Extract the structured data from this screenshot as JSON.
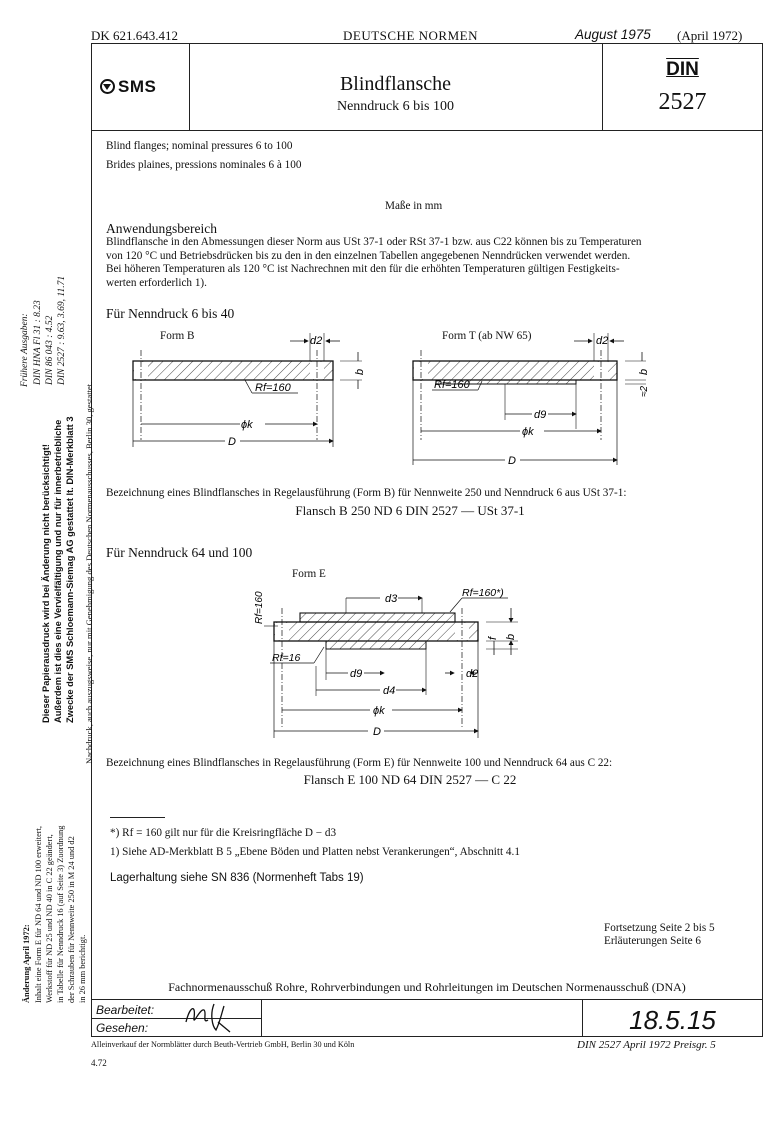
{
  "header": {
    "dk": "DK 621.643.412",
    "center": "DEUTSCHE NORMEN",
    "date": "August 1975",
    "date_prev": "(April 1972)"
  },
  "titlebox": {
    "logo": "SMS",
    "title": "Blindflansche",
    "subtitle": "Nenndruck 6 bis 100",
    "din_label": "DIN",
    "din_number": "2527"
  },
  "intro": {
    "en": "Blind flanges; nominal pressures 6 to 100",
    "fr": "Brides plaines, pressions nominales 6 à 100",
    "units": "Maße in mm"
  },
  "scope": {
    "heading": "Anwendungsbereich",
    "lines": [
      "Blindflansche in den Abmessungen dieser Norm aus USt 37-1 oder RSt 37-1 bzw. aus C22 können bis zu Temperaturen",
      "von 120 °C und Betriebsdrücken bis zu den in den einzelnen Tabellen angegebenen Nenndrücken verwendet werden.",
      "Bei höheren Temperaturen als 120 °C ist Nachrechnen mit den für die erhöhten Temperaturen gültigen Festigkeits-",
      "werten erforderlich 1)."
    ]
  },
  "section1": {
    "heading": "Für Nenndruck 6 bis 40",
    "form_b": "Form B",
    "form_t": "Form T (ab NW 65)",
    "label_d2": "d2",
    "label_b": "b",
    "label_rf": "Rf=160",
    "label_k": "ϕk",
    "label_D": "D",
    "label_d9": "d9",
    "label_2": "≈2",
    "designation": "Bezeichnung eines Blindflansches in Regelausführung (Form B) für Nennweite 250 und Nenndruck 6 aus USt 37-1:",
    "example": "Flansch B 250 ND 6 DIN 2527 — USt 37-1"
  },
  "section2": {
    "heading": "Für Nenndruck 64 und 100",
    "form_e": "Form E",
    "label_rf_left": "Rf=160",
    "label_rf_right": "Rf=160*)",
    "label_rf16": "Rf=16",
    "label_d3": "d3",
    "label_d4": "d4",
    "label_f": "f",
    "designation": "Bezeichnung eines Blindflansches in Regelausführung (Form E) für Nennweite 100 und Nenndruck 64 aus C 22:",
    "example": "Flansch E 100 ND 64 DIN 2527 — C 22"
  },
  "footnotes": {
    "star": "*) Rf = 160 gilt nur für die Kreisringfläche D − d3",
    "one": "1) Siehe AD-Merkblatt B 5 „Ebene Böden und Platten nebst Verankerungen“, Abschnitt 4.1",
    "stock": "Lagerhaltung siehe SN 836 (Normenheft Tabs 19)"
  },
  "continuation": {
    "line1": "Fortsetzung Seite 2 bis 5",
    "line2": "Erläuterungen Seite 6"
  },
  "committee": "Fachnormenausschuß Rohre, Rohrverbindungen und Rohrleitungen im Deutschen Normenausschuß (DNA)",
  "approval": {
    "edited": "Bearbeitet:",
    "seen": "Gesehen:",
    "date": "18.5.15"
  },
  "bottom": {
    "sales": "Alleinverkauf der Normblätter durch Beuth-Vertrieb GmbH, Berlin 30 und Köln",
    "ref": "DIN 2527 April 1972 Preisgr. 5",
    "code": "4.72"
  },
  "sidebar": {
    "change_title": "Änderung April 1972:",
    "change_lines": [
      "Inhalt eine Form E für ND 64 und ND 100 erweitert,",
      "Werkstoff für ND 25 und ND 40 in C 22 geändert,",
      "in Tabelle für Nenndruck 16 (auf Seite 3) Zuordnung",
      "der Schrauben für Nennweite 250 in M 24 und d2",
      "in 26 mm berichtigt."
    ],
    "notice_lines": [
      "Dieser Papierausdruck wird bei Änderung nicht berücksichtigt!",
      "Außerdem ist dies eine Vervielfältigung und nur für innerbetriebliche",
      "Zwecke der SMS Schloemann-Siemag AG gestattet lt. DIN-Merkblatt 3"
    ],
    "reprint": "Nachdruck, auch auszugsweise, nur mit Genehmigung des Deutschen Normenausschusses, Berlin 30, gestattet.",
    "earlier_title": "Frühere Ausgaben:",
    "earlier_lines": [
      "DIN HNA Fl 31 : 8.23",
      "DIN 86 043 : 4.52",
      "DIN 2527 : 9.63, 3.69, 11.71"
    ]
  }
}
